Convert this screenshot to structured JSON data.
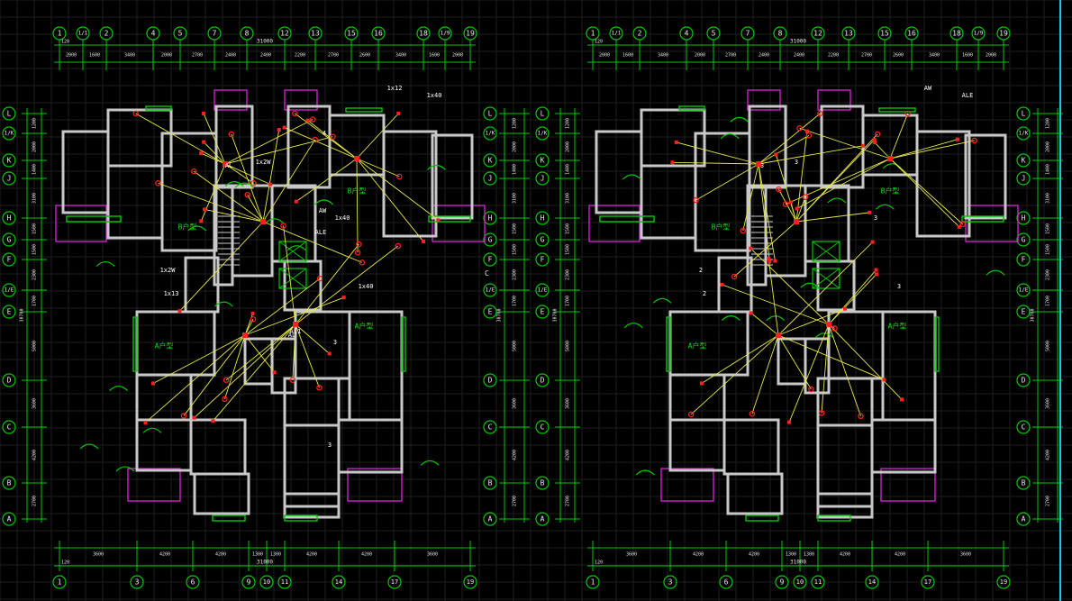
{
  "colors": {
    "background": "#000000",
    "grid": "#1e1e1e",
    "axis_line": "#00c800",
    "bubble": "#00c800",
    "bubble_text": "#e6e6e6",
    "dim_text": "#e6e6e6",
    "wall": "#c8c8c8",
    "wall_fill": "#e0e0e0",
    "room_outline": "#00c800",
    "balcony": "#cc22cc",
    "wire": "#e8e84a",
    "fixture": "#ff2020",
    "label": "#00e000",
    "note_text": "#ffffff",
    "viewport_edge": "#19c8d2"
  },
  "plans": [
    {
      "id": "left",
      "top_axes": [
        "1",
        "1/1",
        "2",
        "4",
        "5",
        "7",
        "8",
        "12",
        "13",
        "15",
        "16",
        "18",
        "1/9",
        "19"
      ],
      "top_dims": [
        "2000",
        "1600",
        "3400",
        "2000",
        "2700",
        "2400",
        "2400",
        "2200",
        "2700",
        "2600",
        "3400",
        "1600",
        "2000"
      ],
      "top_total": "31000",
      "bottom_axes": [
        "1",
        "3",
        "6",
        "9",
        "10",
        "11",
        "14",
        "17",
        "19"
      ],
      "bottom_dims": [
        "3600",
        "4200",
        "4200",
        "1300",
        "1300",
        "4200",
        "4200",
        "3600"
      ],
      "bottom_total": "31000",
      "side_axes": [
        "L",
        "1/K",
        "K",
        "J",
        "H",
        "G",
        "F",
        "1/E",
        "E",
        "D",
        "C",
        "B",
        "A"
      ],
      "side_dims": [
        "1200",
        "2000",
        "1400",
        "3100",
        "1500",
        "1500",
        "2300",
        "1700",
        "5000",
        "3600",
        "4200",
        "2700"
      ],
      "side_total": "30700",
      "edge_small": "120",
      "room_labels": [
        "B户型",
        "B户型",
        "A户型",
        "A户型"
      ],
      "notes": [
        "1x12",
        "1x40",
        "1x2W",
        "1x40",
        "1x2W",
        "1x13",
        "1x40",
        "AL",
        "AL",
        "AW",
        "ALE",
        "AL1",
        "3",
        "4",
        "3"
      ]
    },
    {
      "id": "right",
      "top_axes": [
        "1",
        "1/1",
        "2",
        "4",
        "5",
        "7",
        "8",
        "12",
        "13",
        "15",
        "16",
        "18",
        "1/9",
        "19"
      ],
      "top_dims": [
        "2000",
        "1600",
        "3400",
        "2000",
        "2700",
        "2400",
        "2400",
        "2200",
        "2700",
        "2600",
        "3400",
        "1600",
        "2000"
      ],
      "top_total": "31000",
      "bottom_axes": [
        "1",
        "3",
        "6",
        "9",
        "10",
        "11",
        "14",
        "17",
        "19"
      ],
      "bottom_dims": [
        "3600",
        "4200",
        "4200",
        "1300",
        "1300",
        "4200",
        "4200",
        "3600"
      ],
      "bottom_total": "31000",
      "side_axes": [
        "L",
        "1/K",
        "K",
        "J",
        "H",
        "G",
        "F",
        "1/E",
        "E",
        "D",
        "C",
        "B",
        "A"
      ],
      "side_dims": [
        "1200",
        "2000",
        "1400",
        "3100",
        "1500",
        "1500",
        "2300",
        "1700",
        "5000",
        "3600",
        "4200",
        "2700"
      ],
      "side_total": "30700",
      "edge_small": "120",
      "room_labels": [
        "B户型",
        "B户型",
        "A户型",
        "A户型"
      ],
      "notes": [
        "AW",
        "ALE",
        "3",
        "3",
        "2",
        "2",
        "3",
        "3"
      ]
    }
  ],
  "mid_label": "C"
}
